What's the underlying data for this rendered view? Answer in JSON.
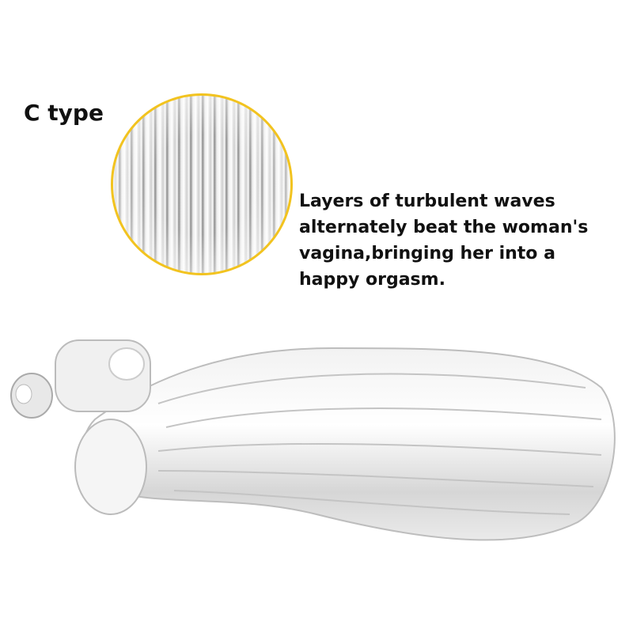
{
  "title": "C type",
  "description": [
    "Layers of turbulent waves",
    "alternately beat the woman's",
    "vagina,bringing her into a",
    "happy orgasm."
  ],
  "colors": {
    "circle_border": "#f2c31f",
    "text": "#111111"
  }
}
